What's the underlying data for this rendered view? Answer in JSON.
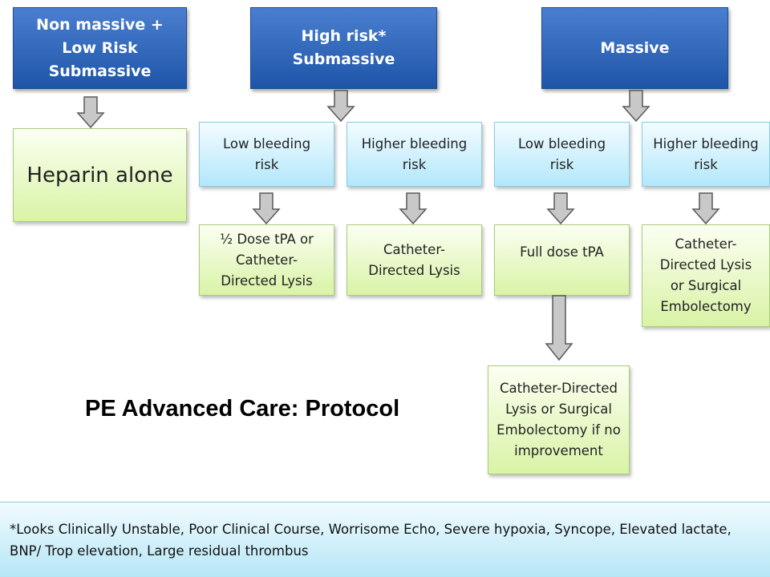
{
  "header": {
    "non_massive": "Non massive + Low Risk Submassive",
    "high_risk": "High risk* Submassive",
    "massive": "Massive"
  },
  "risk": {
    "submassive_low": "Low bleeding risk",
    "submassive_high": "Higher bleeding risk",
    "massive_low": "Low bleeding risk",
    "massive_high": "Higher bleeding risk"
  },
  "treatment": {
    "heparin": "Heparin alone",
    "half_dose": "½ Dose tPA or Catheter-Directed Lysis",
    "cdl": "Catheter-Directed Lysis",
    "full_dose": "Full dose tPA",
    "cdl_or_surgical": "Catheter-Directed Lysis or Surgical Embolectomy",
    "no_improvement": "Catheter-Directed Lysis or Surgical Embolectomy if no improvement"
  },
  "title": "PE Advanced Care: Protocol",
  "footnote": "*Looks Clinically Unstable, Poor Clinical Course, Worrisome Echo, Severe hypoxia, Syncope, Elevated lactate, BNP/ Trop elevation, Large residual thrombus",
  "colors": {
    "header_blue": "#1f55a8",
    "risk_blue": "#b3e7fb",
    "treatment_green": "#d9f3a6",
    "arrow_gray": "#c8c8c8"
  },
  "icons": {
    "arrow": "down-arrow-icon"
  }
}
